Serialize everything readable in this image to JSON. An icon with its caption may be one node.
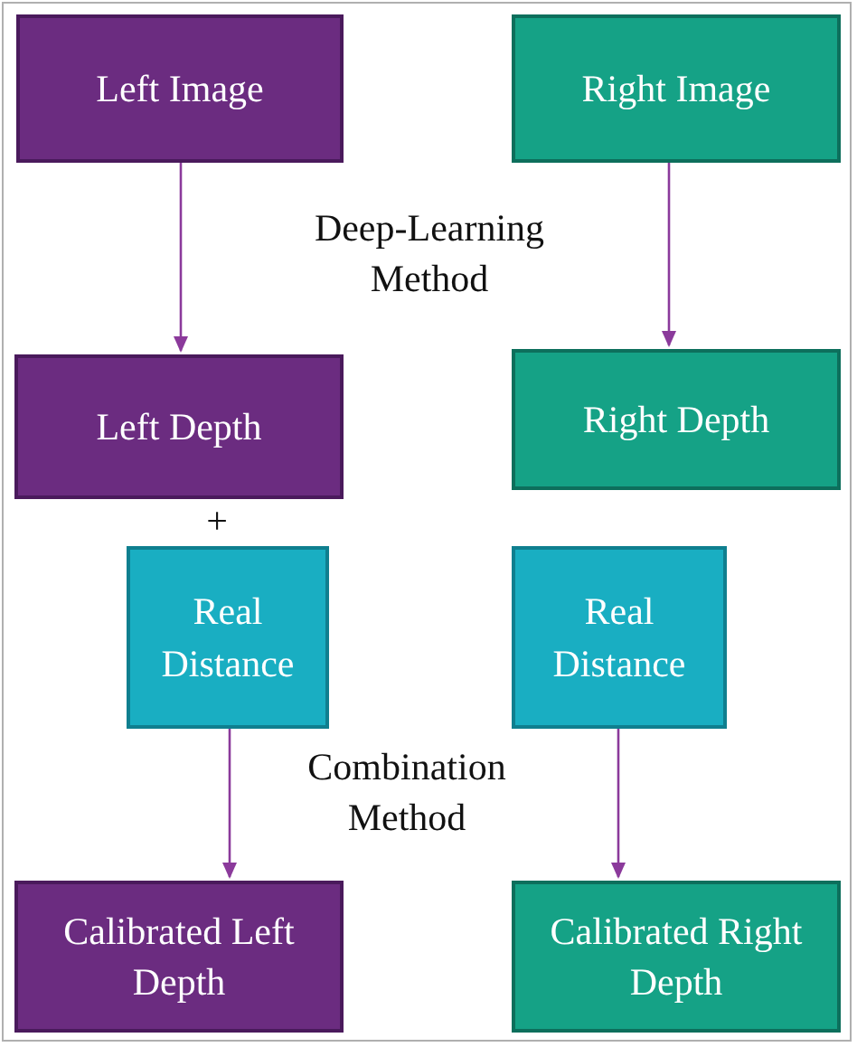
{
  "diagram": {
    "nodes": [
      {
        "text": [
          "Left Image"
        ]
      },
      {
        "text": [
          "Right Image"
        ]
      },
      {
        "text": [
          "Left Depth"
        ]
      },
      {
        "text": [
          "Right Depth"
        ]
      },
      {
        "text": [
          "Real Distance"
        ]
      },
      {
        "text": [
          "Real Distance"
        ]
      },
      {
        "text": [
          "Calibrated Left Depth"
        ]
      },
      {
        "text": [
          "Calibrated Right Depth"
        ]
      }
    ],
    "edges": [
      {
        "from": 0,
        "to": 2,
        "arrow": "to"
      },
      {
        "from": 1,
        "to": 3,
        "arrow": "to"
      },
      {
        "from": 4,
        "to": 6,
        "arrow": "to"
      },
      {
        "from": 5,
        "to": 7,
        "arrow": "to"
      }
    ],
    "labels": [
      "Deep-Learning Method",
      "+",
      "Combination Method"
    ]
  }
}
